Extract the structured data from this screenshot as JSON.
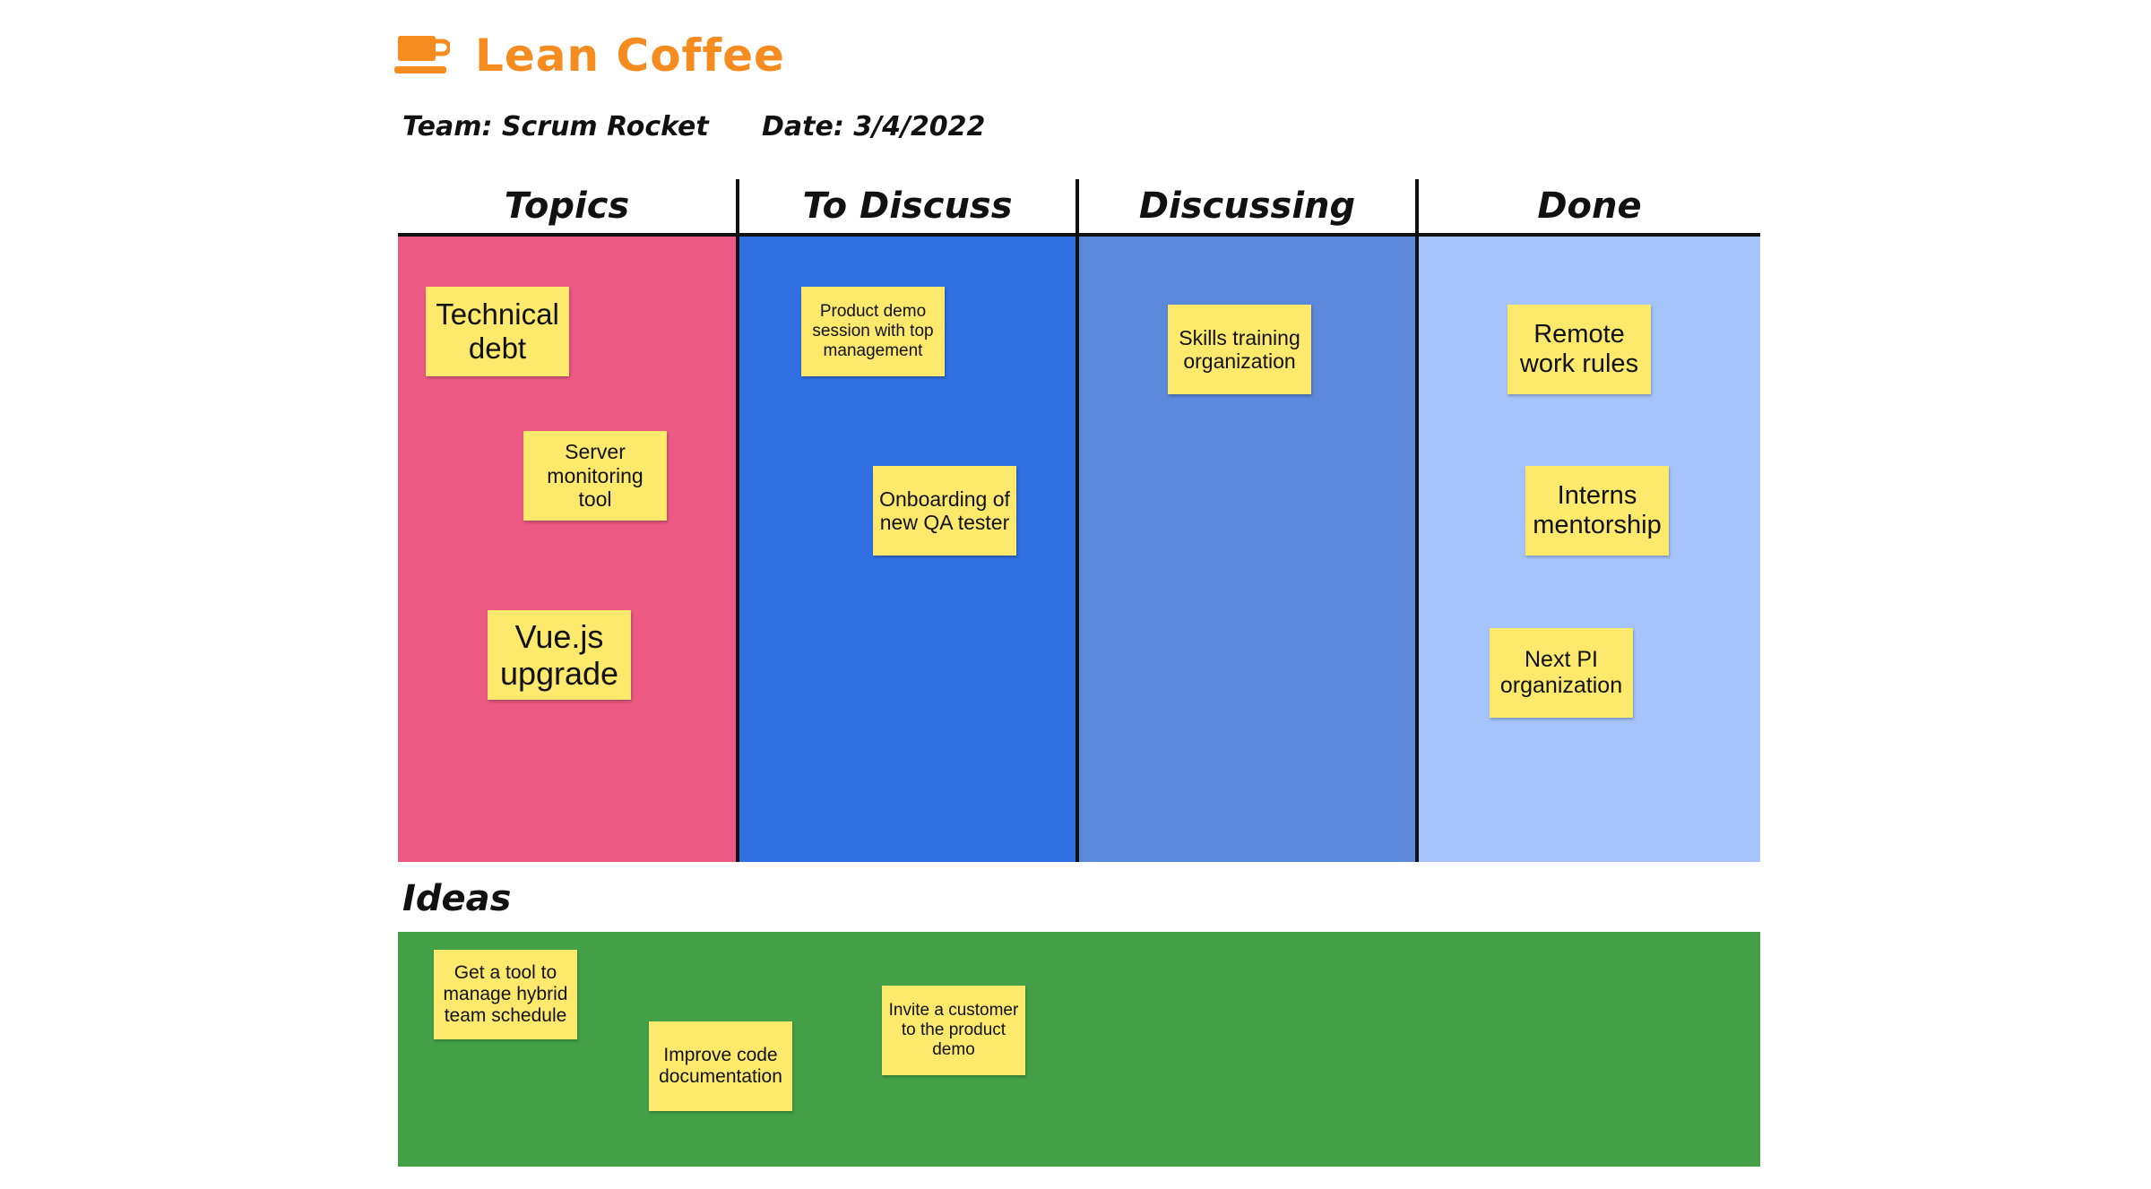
{
  "app": {
    "title": "Lean Coffee",
    "icon": "coffee-cup-icon",
    "accent": "#f68b1f"
  },
  "meta": {
    "team": "Team: Scrum Rocket",
    "date": "Date: 3/4/2022"
  },
  "columns": [
    {
      "title": "Topics",
      "color": "#ec5a84",
      "notes": [
        "Technical debt",
        "Server monitoring tool",
        "Vue.js upgrade"
      ]
    },
    {
      "title": "To Discuss",
      "color": "#3170e2",
      "notes": [
        "Product demo session with top management",
        "Onboarding of new QA tester"
      ]
    },
    {
      "title": "Discussing",
      "color": "#5c88dc",
      "notes": [
        "Skills training organization"
      ]
    },
    {
      "title": "Done",
      "color": "#a6c4fc",
      "notes": [
        "Remote work rules",
        "Interns mentorship",
        "Next PI organization"
      ]
    }
  ],
  "ideas": {
    "title": "Ideas",
    "color": "#43a047",
    "notes": [
      "Get a tool to manage hybrid team schedule",
      "Improve code documentation",
      "Invite a customer to the product demo"
    ]
  },
  "note_color": "#fde96b"
}
